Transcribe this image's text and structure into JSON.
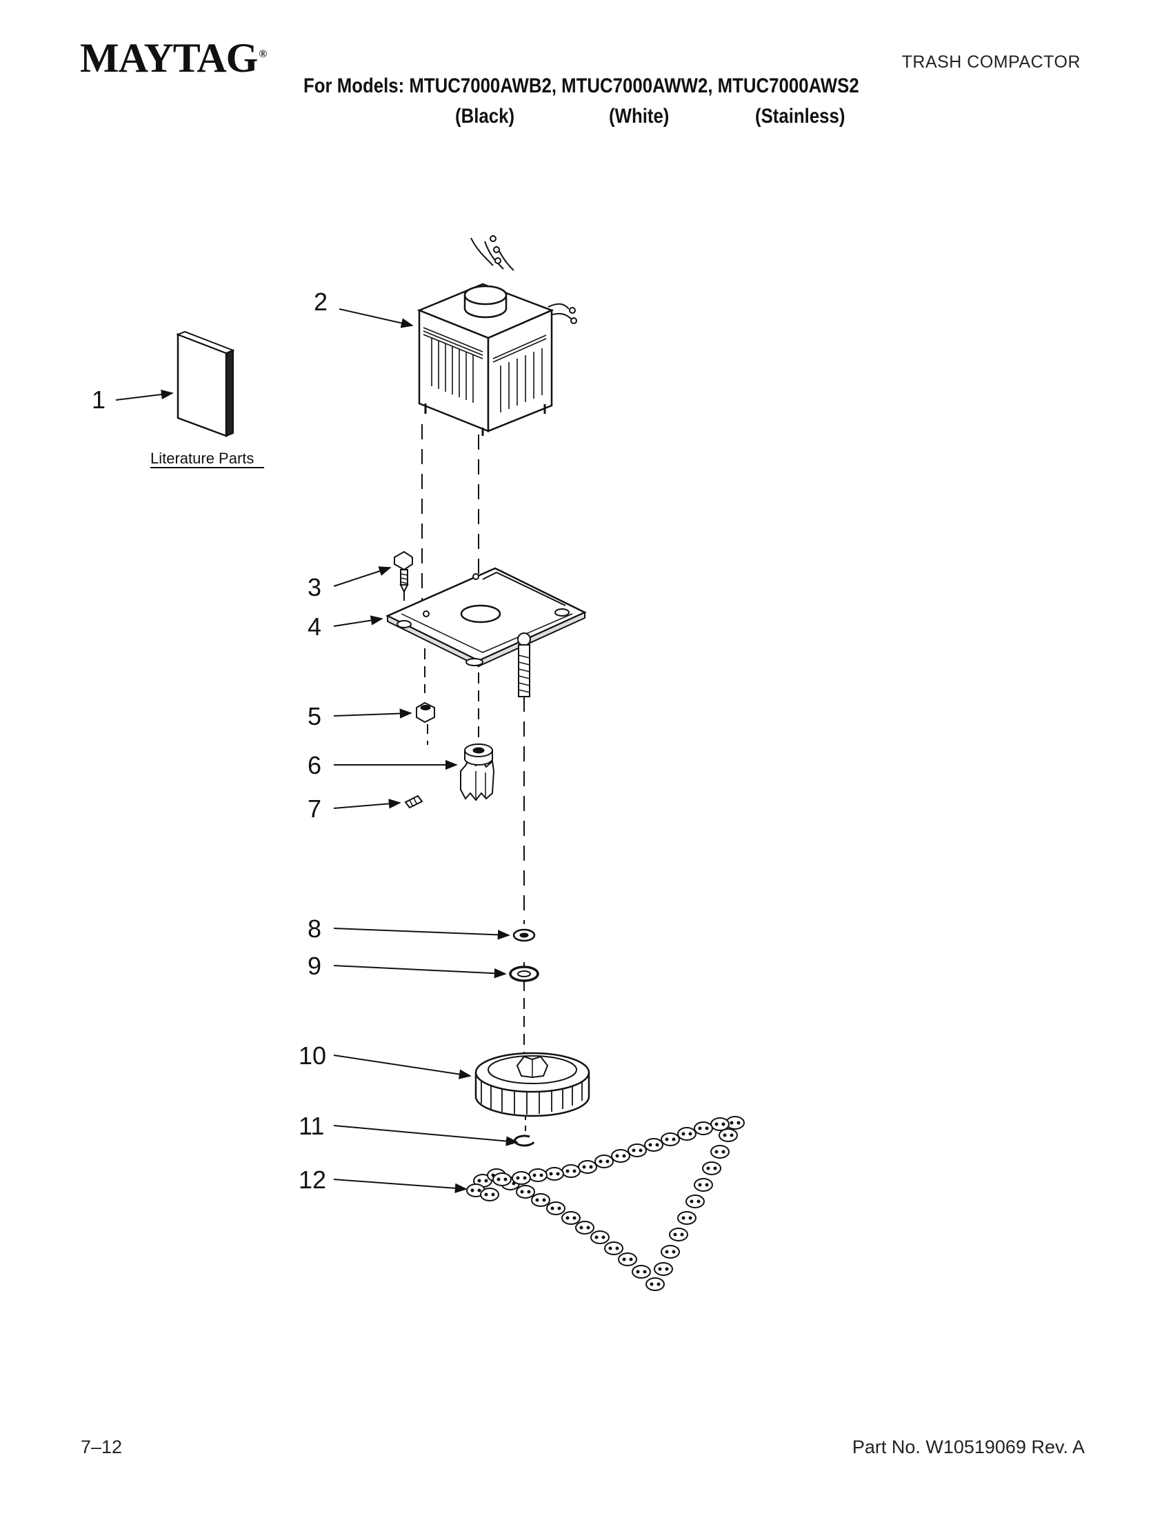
{
  "header": {
    "brand": "MAYTAG",
    "brand_mark": "®",
    "category": "TRASH COMPACTOR",
    "models_line": "For Models: MTUC7000AWB2, MTUC7000AWW2, MTUC7000AWS2",
    "variants": [
      "(Black)",
      "(White)",
      "(Stainless)"
    ]
  },
  "diagram": {
    "literature_label": "Literature Parts",
    "callouts": [
      "1",
      "2",
      "3",
      "4",
      "5",
      "6",
      "7",
      "8",
      "9",
      "10",
      "11",
      "12"
    ]
  },
  "footer": {
    "page_number": "7–12",
    "part_number": "Part No. W10519069 Rev. A"
  }
}
